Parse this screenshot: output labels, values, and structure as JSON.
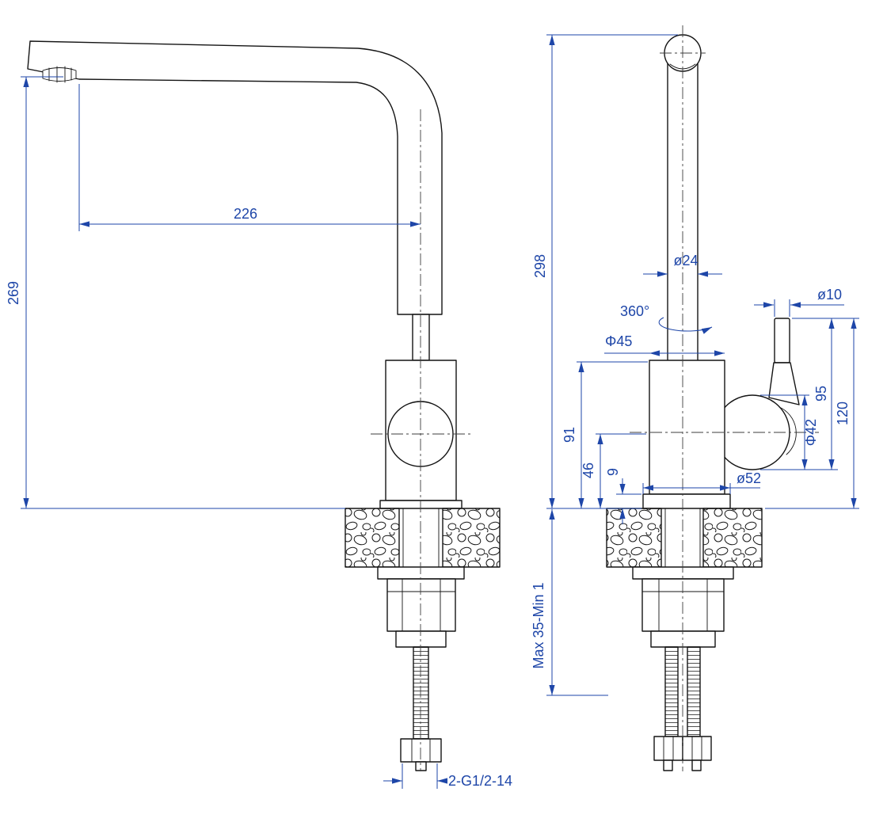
{
  "title": "faucet-technical-drawing",
  "colors": {
    "outline": "#141414",
    "dimension": "#1e46a8",
    "centerline": "#3d3d3d",
    "background": "#ffffff"
  },
  "left_view": {
    "spout_reach": "226",
    "spout_height": "269",
    "thread_spec": "2-G1/2-14"
  },
  "right_view": {
    "overall_height": "298",
    "tube_diameter": "ø24",
    "swivel_angle": "360°",
    "body_diameter": "Φ45",
    "body_height": "91",
    "center_height": "46",
    "base_lip_height": "9",
    "base_diameter": "ø52",
    "handle_stem_diameter": "ø10",
    "handle_height": "95",
    "handle_overall_height": "120",
    "cartridge_diameter": "Φ42",
    "mounting_thickness": "Max 35-Min 1"
  }
}
